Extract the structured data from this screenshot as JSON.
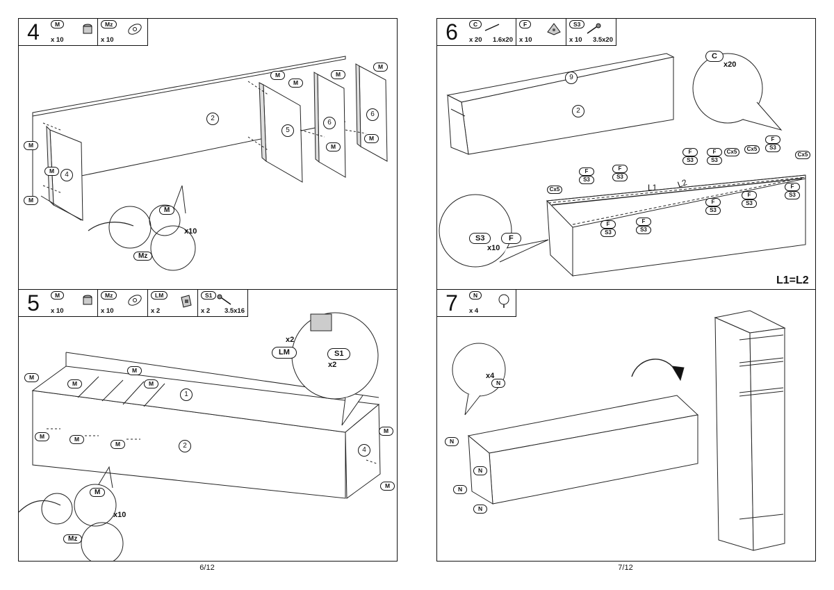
{
  "pages": [
    {
      "page_number": "6/12"
    },
    {
      "page_number": "7/12"
    }
  ],
  "step4": {
    "number": "4",
    "parts": [
      {
        "code": "M",
        "qty": "x 10",
        "icon": "cam-lock-icon"
      },
      {
        "code": "Mz",
        "qty": "x 10",
        "icon": "cam-cover-icon"
      }
    ],
    "labels": {
      "m": "M",
      "mz": "Mz",
      "x10": "x10"
    },
    "panels": [
      "2",
      "4",
      "5",
      "6",
      "6"
    ]
  },
  "step5": {
    "number": "5",
    "parts": [
      {
        "code": "M",
        "qty": "x 10",
        "icon": "cam-lock-icon"
      },
      {
        "code": "Mz",
        "qty": "x 10",
        "icon": "cam-cover-icon"
      },
      {
        "code": "LM",
        "qty": "x 2",
        "icon": "shelf-bracket-icon"
      },
      {
        "code": "S1",
        "qty": "x 2",
        "size": "3.5x16",
        "icon": "screw-icon"
      }
    ],
    "labels": {
      "m": "M",
      "mz": "Mz",
      "lm": "LM",
      "s1": "S1",
      "x2": "x2",
      "x10": "x10"
    },
    "panels": [
      "1",
      "2",
      "4"
    ]
  },
  "step6": {
    "number": "6",
    "parts": [
      {
        "code": "C",
        "qty": "x 20",
        "size": "1.6x20",
        "icon": "nail-icon"
      },
      {
        "code": "F",
        "qty": "x 10",
        "icon": "bracket-icon"
      },
      {
        "code": "S3",
        "qty": "x 10",
        "size": "3.5x20",
        "icon": "screw-icon"
      }
    ],
    "labels": {
      "c": "C",
      "x20": "x20",
      "f": "F",
      "s3": "S3",
      "cx5": "Cx5",
      "x10": "x10",
      "l1": "L1",
      "l2": "L2",
      "equation": "L1=L2"
    },
    "panels": [
      "9",
      "2"
    ]
  },
  "step7": {
    "number": "7",
    "parts": [
      {
        "code": "N",
        "qty": "x 4",
        "icon": "pin-icon"
      }
    ],
    "labels": {
      "n": "N",
      "x4": "x4"
    }
  }
}
